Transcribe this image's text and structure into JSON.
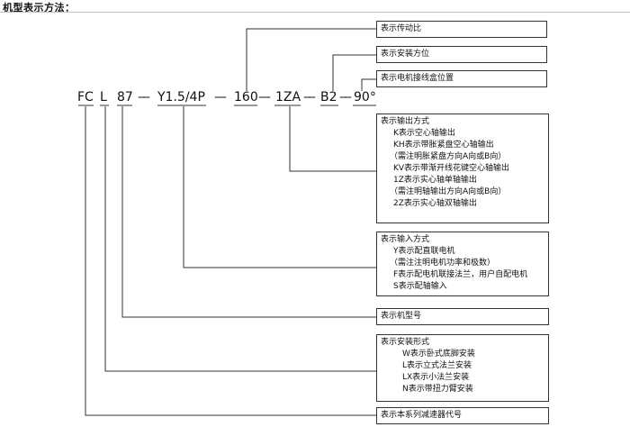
{
  "title": "机型表示方法：",
  "codes": [
    "FC",
    "L",
    "87",
    "Y1.5/4P",
    "160",
    "1ZA",
    "B2",
    "90°"
  ],
  "separator": "—",
  "boxes": {
    "ratio": "表示传动比",
    "mount_dir": "表示安装方位",
    "terminal_box": "表示电机接线盒位置",
    "output": {
      "head": "表示输出方式",
      "lines": [
        "K表示空心轴输出",
        "KH表示带胀紧盘空心轴输出",
        "（需注明胀紧盘方向A向或B向）",
        "KV表示带渐开线花键空心轴输出",
        "1Z表示实心轴单轴输出",
        "（需注明轴输出方向A向或B向）",
        "2Z表示实心轴双轴输出"
      ]
    },
    "input": {
      "head": "表示输入方式",
      "lines": [
        "Y表示配直联电机",
        "（需注注明电机功率和极数）",
        "F表示配电机联接法兰，用户自配电机",
        "S表示配轴输入"
      ]
    },
    "model": "表示机型号",
    "mounting": {
      "head": "表示安装形式",
      "lines": [
        "W表示卧式底脚安装",
        "L表示立式法兰安装",
        "LX表示小法兰安装",
        "N表示带扭力臂安装"
      ]
    },
    "series": "表示本系列减速器代号"
  }
}
